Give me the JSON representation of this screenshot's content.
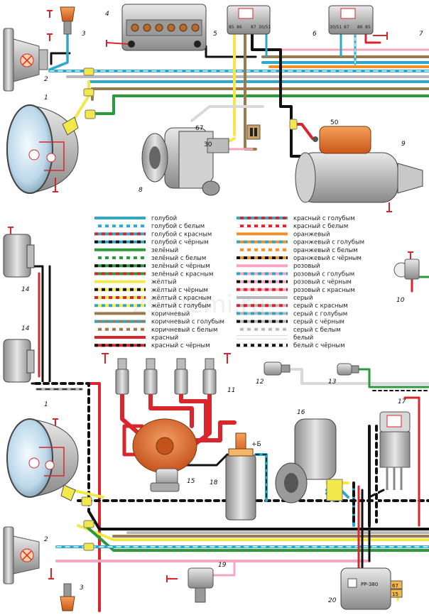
{
  "component_numbers": {
    "headlamp_top": "1",
    "side_lamp_top": "2",
    "horn_signal_sw_top": "3",
    "battery": "4",
    "relay_left": "5",
    "relay_right": "6",
    "top_right_item": "7",
    "alternator": "8",
    "starter": "9",
    "right_switch": "10",
    "spark_plug": "11",
    "sensor_12": "12",
    "sensor_13": "13",
    "horn_upper": "14",
    "horn_lower": "14",
    "distributor": "15",
    "wiper_motor": "16",
    "relay_17": "17",
    "ignition_coil": "18",
    "sensor_19": "19",
    "voltage_regulator": "20",
    "headlamp_bottom": "1",
    "side_lamp_bottom": "2",
    "horn_signal_sw_bottom": "3"
  },
  "terminal_labels": {
    "alt_67": "67",
    "alt_30": "30",
    "starter_50": "50",
    "coil_plus": "+Б",
    "reg_model": "РР-380",
    "reg_67": "67",
    "reg_15": "15",
    "relay5_pins": [
      "85",
      "86",
      "87",
      "30/51"
    ],
    "relay6_pins": [
      "30/51",
      "87",
      "86",
      "85"
    ]
  },
  "legend": {
    "left": [
      {
        "label": "голубой",
        "c1": "#2ea7c9",
        "c2": ""
      },
      {
        "label": "голубой с белым",
        "c1": "#2ea7c9",
        "c2": "#ffffff"
      },
      {
        "label": "голубой с красным",
        "c1": "#2ea7c9",
        "c2": "#d9262c"
      },
      {
        "label": "голубой с чёрным",
        "c1": "#2ea7c9",
        "c2": "#111111"
      },
      {
        "label": "зелёный",
        "c1": "#2a9a3a",
        "c2": ""
      },
      {
        "label": "зелёный с белым",
        "c1": "#2a9a3a",
        "c2": "#ffffff"
      },
      {
        "label": "зелёный с чёрным",
        "c1": "#2a9a3a",
        "c2": "#111111"
      },
      {
        "label": "зелёный с красным",
        "c1": "#2a9a3a",
        "c2": "#d9262c"
      },
      {
        "label": "жёлтый",
        "c1": "#f2e84a",
        "c2": ""
      },
      {
        "label": "жёлтый с чёрным",
        "c1": "#f2e84a",
        "c2": "#111111"
      },
      {
        "label": "жёлтый с красным",
        "c1": "#f2e84a",
        "c2": "#d9262c"
      },
      {
        "label": "жёлтый с голубым",
        "c1": "#f2e84a",
        "c2": "#2ea7c9"
      },
      {
        "label": "коричневый",
        "c1": "#9a7a4e",
        "c2": ""
      },
      {
        "label": "коричневый с голубым",
        "c1": "#9a7a4e",
        "c2": "#2ea7c9"
      },
      {
        "label": "коричневый с белым",
        "c1": "#9a7a4e",
        "c2": "#ffffff"
      },
      {
        "label": "красный",
        "c1": "#d9262c",
        "c2": ""
      },
      {
        "label": "красный с чёрным",
        "c1": "#d9262c",
        "c2": "#111111"
      }
    ],
    "right": [
      {
        "label": "красный с голубым",
        "c1": "#d9262c",
        "c2": "#2ea7c9"
      },
      {
        "label": "красный с белым",
        "c1": "#d9262c",
        "c2": "#ffffff"
      },
      {
        "label": "оранжевый",
        "c1": "#f0902a",
        "c2": ""
      },
      {
        "label": "оранжевый с голубым",
        "c1": "#f0902a",
        "c2": "#2ea7c9"
      },
      {
        "label": "оранжевый с белым",
        "c1": "#f0902a",
        "c2": "#ffffff"
      },
      {
        "label": "оранжевый с чёрным",
        "c1": "#f0902a",
        "c2": "#111111"
      },
      {
        "label": "розовый",
        "c1": "#f3a8c0",
        "c2": ""
      },
      {
        "label": "розовый с голубым",
        "c1": "#f3a8c0",
        "c2": "#2ea7c9"
      },
      {
        "label": "розовый с чёрным",
        "c1": "#f3a8c0",
        "c2": "#111111"
      },
      {
        "label": "розовый с красным",
        "c1": "#f3a8c0",
        "c2": "#d9262c"
      },
      {
        "label": "серый",
        "c1": "#b8b8b8",
        "c2": ""
      },
      {
        "label": "серый с красным",
        "c1": "#b8b8b8",
        "c2": "#d9262c"
      },
      {
        "label": "серый с голубым",
        "c1": "#b8b8b8",
        "c2": "#2ea7c9"
      },
      {
        "label": "серый с чёрным",
        "c1": "#b8b8b8",
        "c2": "#111111"
      },
      {
        "label": "серый с белым",
        "c1": "#b8b8b8",
        "c2": "#ffffff"
      },
      {
        "label": "белый",
        "c1": "#ffffff",
        "c2": ""
      },
      {
        "label": "белый с чёрным",
        "c1": "#ffffff",
        "c2": "#111111"
      }
    ]
  },
  "watermark": "2schemi.ru"
}
